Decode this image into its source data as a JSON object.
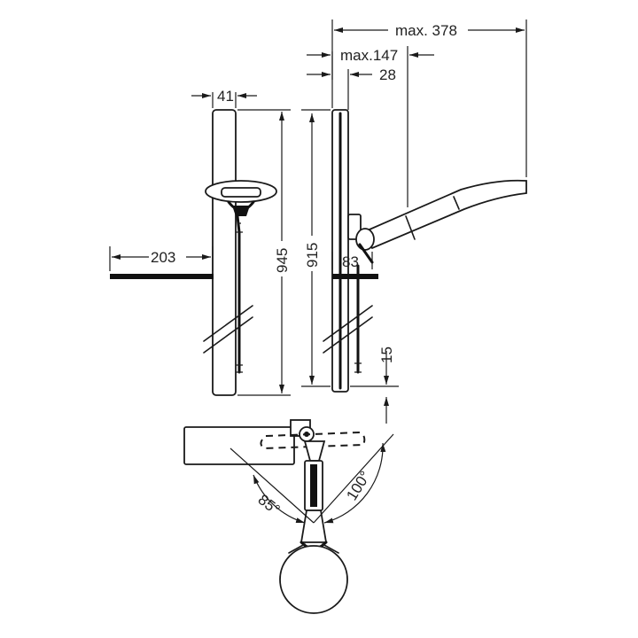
{
  "dimensions": {
    "max_width": "max. 378",
    "max_arm": "max.147",
    "wall_offset": "28",
    "rail_width": "41",
    "shelf_depth": "203",
    "rail_height": "945",
    "holder_height": "915",
    "holder_width": "83",
    "bottom_gap": "15",
    "angle_left": "85°",
    "angle_right": "100°"
  }
}
